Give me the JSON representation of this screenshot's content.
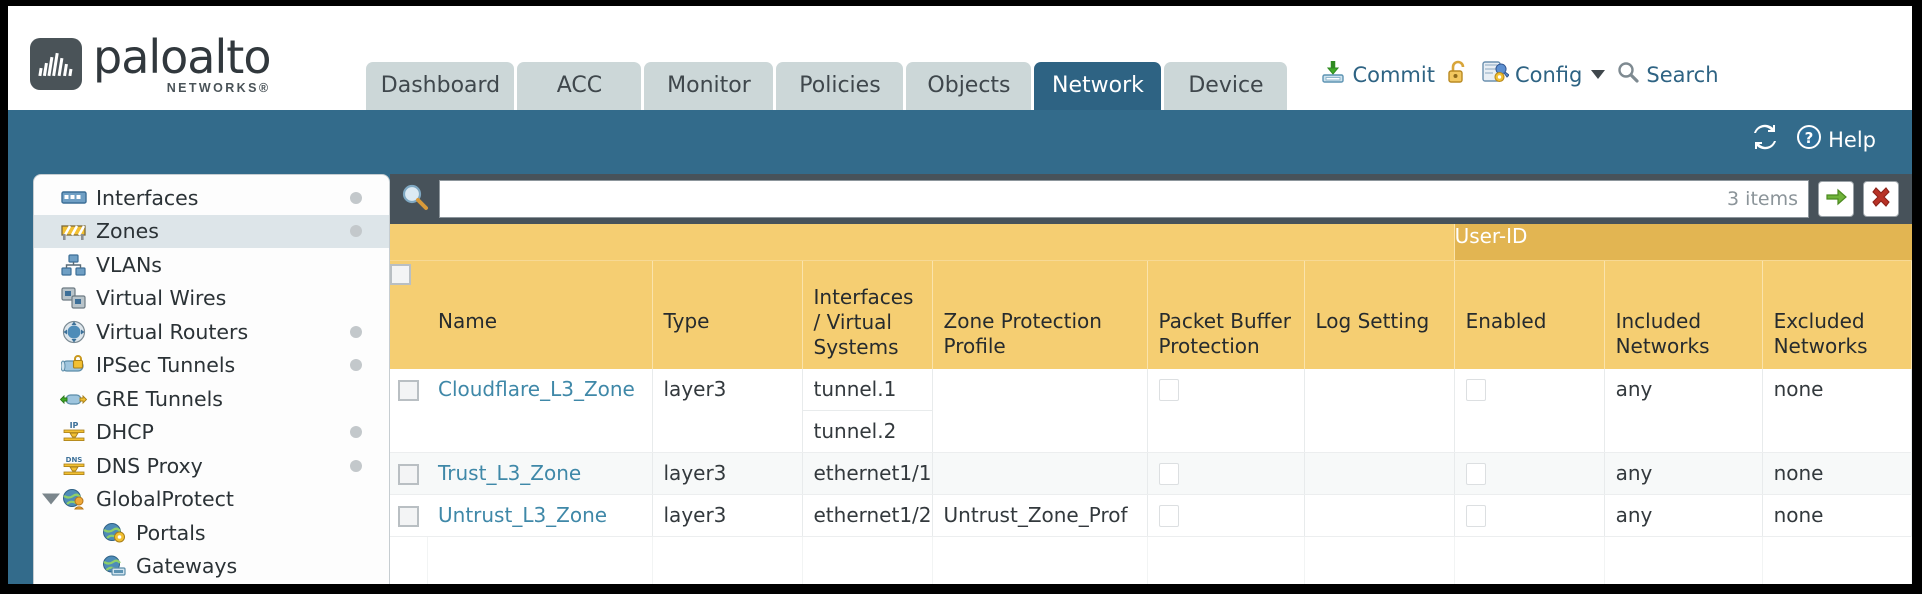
{
  "brand": {
    "name": "paloalto",
    "sub": "NETWORKS®",
    "logo_icon": "paloalto-logo-icon"
  },
  "nav": {
    "tabs": [
      {
        "label": "Dashboard",
        "active": false
      },
      {
        "label": "ACC",
        "active": false
      },
      {
        "label": "Monitor",
        "active": false
      },
      {
        "label": "Policies",
        "active": false
      },
      {
        "label": "Objects",
        "active": false
      },
      {
        "label": "Network",
        "active": true
      },
      {
        "label": "Device",
        "active": false
      }
    ]
  },
  "top_actions": {
    "commit": {
      "label": "Commit",
      "icon": "commit-save-icon"
    },
    "lock": {
      "label": "",
      "icon": "unlock-icon"
    },
    "config": {
      "label": "Config",
      "icon": "config-wrench-icon"
    },
    "search": {
      "label": "Search",
      "icon": "search-magnifier-icon"
    }
  },
  "subband": {
    "refresh_icon": "refresh-icon",
    "help_icon": "help-question-icon",
    "help_label": "Help"
  },
  "sidebar": {
    "items": [
      {
        "label": "Interfaces",
        "icon": "interfaces-icon",
        "dot": true,
        "selected": false,
        "child": false,
        "twisty": false
      },
      {
        "label": "Zones",
        "icon": "zones-icon",
        "dot": true,
        "selected": true,
        "child": false,
        "twisty": false
      },
      {
        "label": "VLANs",
        "icon": "vlans-icon",
        "dot": false,
        "selected": false,
        "child": false,
        "twisty": false
      },
      {
        "label": "Virtual Wires",
        "icon": "virtual-wires-icon",
        "dot": false,
        "selected": false,
        "child": false,
        "twisty": false
      },
      {
        "label": "Virtual Routers",
        "icon": "virtual-routers-icon",
        "dot": true,
        "selected": false,
        "child": false,
        "twisty": false
      },
      {
        "label": "IPSec Tunnels",
        "icon": "ipsec-tunnels-icon",
        "dot": true,
        "selected": false,
        "child": false,
        "twisty": false
      },
      {
        "label": "GRE Tunnels",
        "icon": "gre-tunnels-icon",
        "dot": false,
        "selected": false,
        "child": false,
        "twisty": false
      },
      {
        "label": "DHCP",
        "icon": "dhcp-icon",
        "dot": true,
        "selected": false,
        "child": false,
        "twisty": false
      },
      {
        "label": "DNS Proxy",
        "icon": "dns-proxy-icon",
        "dot": true,
        "selected": false,
        "child": false,
        "twisty": false
      },
      {
        "label": "GlobalProtect",
        "icon": "globalprotect-icon",
        "dot": false,
        "selected": false,
        "child": false,
        "twisty": true
      },
      {
        "label": "Portals",
        "icon": "portals-icon",
        "dot": false,
        "selected": false,
        "child": true,
        "twisty": false
      },
      {
        "label": "Gateways",
        "icon": "gateways-icon",
        "dot": false,
        "selected": false,
        "child": true,
        "twisty": false
      }
    ]
  },
  "toolbar": {
    "search_icon": "search-magnifier-icon",
    "search_value": "",
    "search_placeholder": "",
    "items_count": "3 items",
    "apply_icon": "apply-arrow-icon",
    "clear_icon": "clear-x-icon"
  },
  "table": {
    "group_header": "User-ID",
    "columns": [
      {
        "key": "select",
        "label": ""
      },
      {
        "key": "name",
        "label": "Name"
      },
      {
        "key": "type",
        "label": "Type"
      },
      {
        "key": "ifaces",
        "label": "Interfaces / Virtual Systems"
      },
      {
        "key": "zpp",
        "label": "Zone Protection Profile"
      },
      {
        "key": "pbp",
        "label": "Packet Buffer Protection"
      },
      {
        "key": "logset",
        "label": "Log Setting"
      },
      {
        "key": "enabled",
        "label": "Enabled"
      },
      {
        "key": "included",
        "label": "Included Networks"
      },
      {
        "key": "excluded",
        "label": "Excluded Networks"
      }
    ],
    "rows": [
      {
        "name": "Cloudflare_L3_Zone",
        "type": "layer3",
        "interfaces": [
          "tunnel.1",
          "tunnel.2"
        ],
        "zone_protection_profile": "",
        "packet_buffer_protection": false,
        "log_setting": "",
        "user_id_enabled": false,
        "included_networks": "any",
        "excluded_networks": "none"
      },
      {
        "name": "Trust_L3_Zone",
        "type": "layer3",
        "interfaces": [
          "ethernet1/1"
        ],
        "zone_protection_profile": "",
        "packet_buffer_protection": false,
        "log_setting": "",
        "user_id_enabled": false,
        "included_networks": "any",
        "excluded_networks": "none"
      },
      {
        "name": "Untrust_L3_Zone",
        "type": "layer3",
        "interfaces": [
          "ethernet1/2"
        ],
        "zone_protection_profile": "Untrust_Zone_Prof",
        "packet_buffer_protection": false,
        "log_setting": "",
        "user_id_enabled": false,
        "included_networks": "any",
        "excluded_networks": "none"
      }
    ]
  },
  "colors": {
    "brand_blue": "#336b8b",
    "tab_active": "#2e6383",
    "tab_inactive": "#ccd7d8",
    "table_header": "#f5ce72",
    "table_group_header": "#e2b552",
    "panel_dark": "#47525a",
    "link": "#3f88a8"
  }
}
